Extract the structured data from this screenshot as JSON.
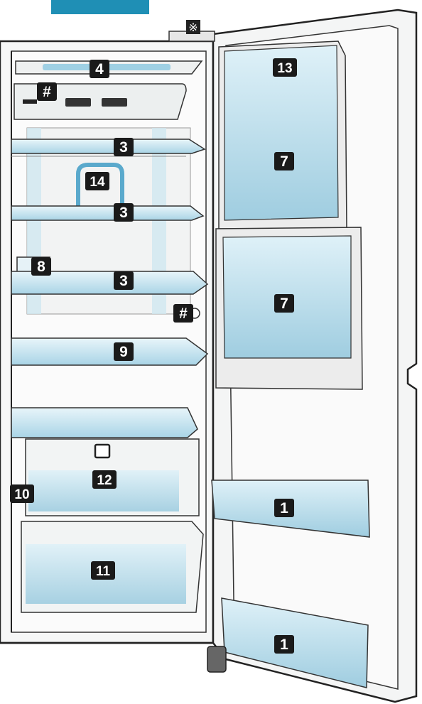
{
  "badge": {
    "text": "",
    "color": "#1f8fb5"
  },
  "colors": {
    "glass": "#bfe0ec",
    "glass_dark": "#8cc4da",
    "outline": "#222222",
    "label_bg": "#1a1a1a",
    "body": "#f3f4f4",
    "drain_tube": "#5aa9cc"
  },
  "labels": {
    "lamp": "4",
    "control": "#",
    "shelf_top": "3",
    "drain": "14",
    "shelf_mid": "3",
    "egg": "8",
    "shelf_low": "3",
    "fan": "#",
    "shelf_glass": "9",
    "crisper_top": "12",
    "side": "10",
    "crisper_bottom": "11",
    "door_upper_bin": "13",
    "door_bin_top": "7",
    "door_bin_mid": "7",
    "door_shelf_upper": "1",
    "door_shelf_lower": "1",
    "hinge_symbol": "※"
  }
}
